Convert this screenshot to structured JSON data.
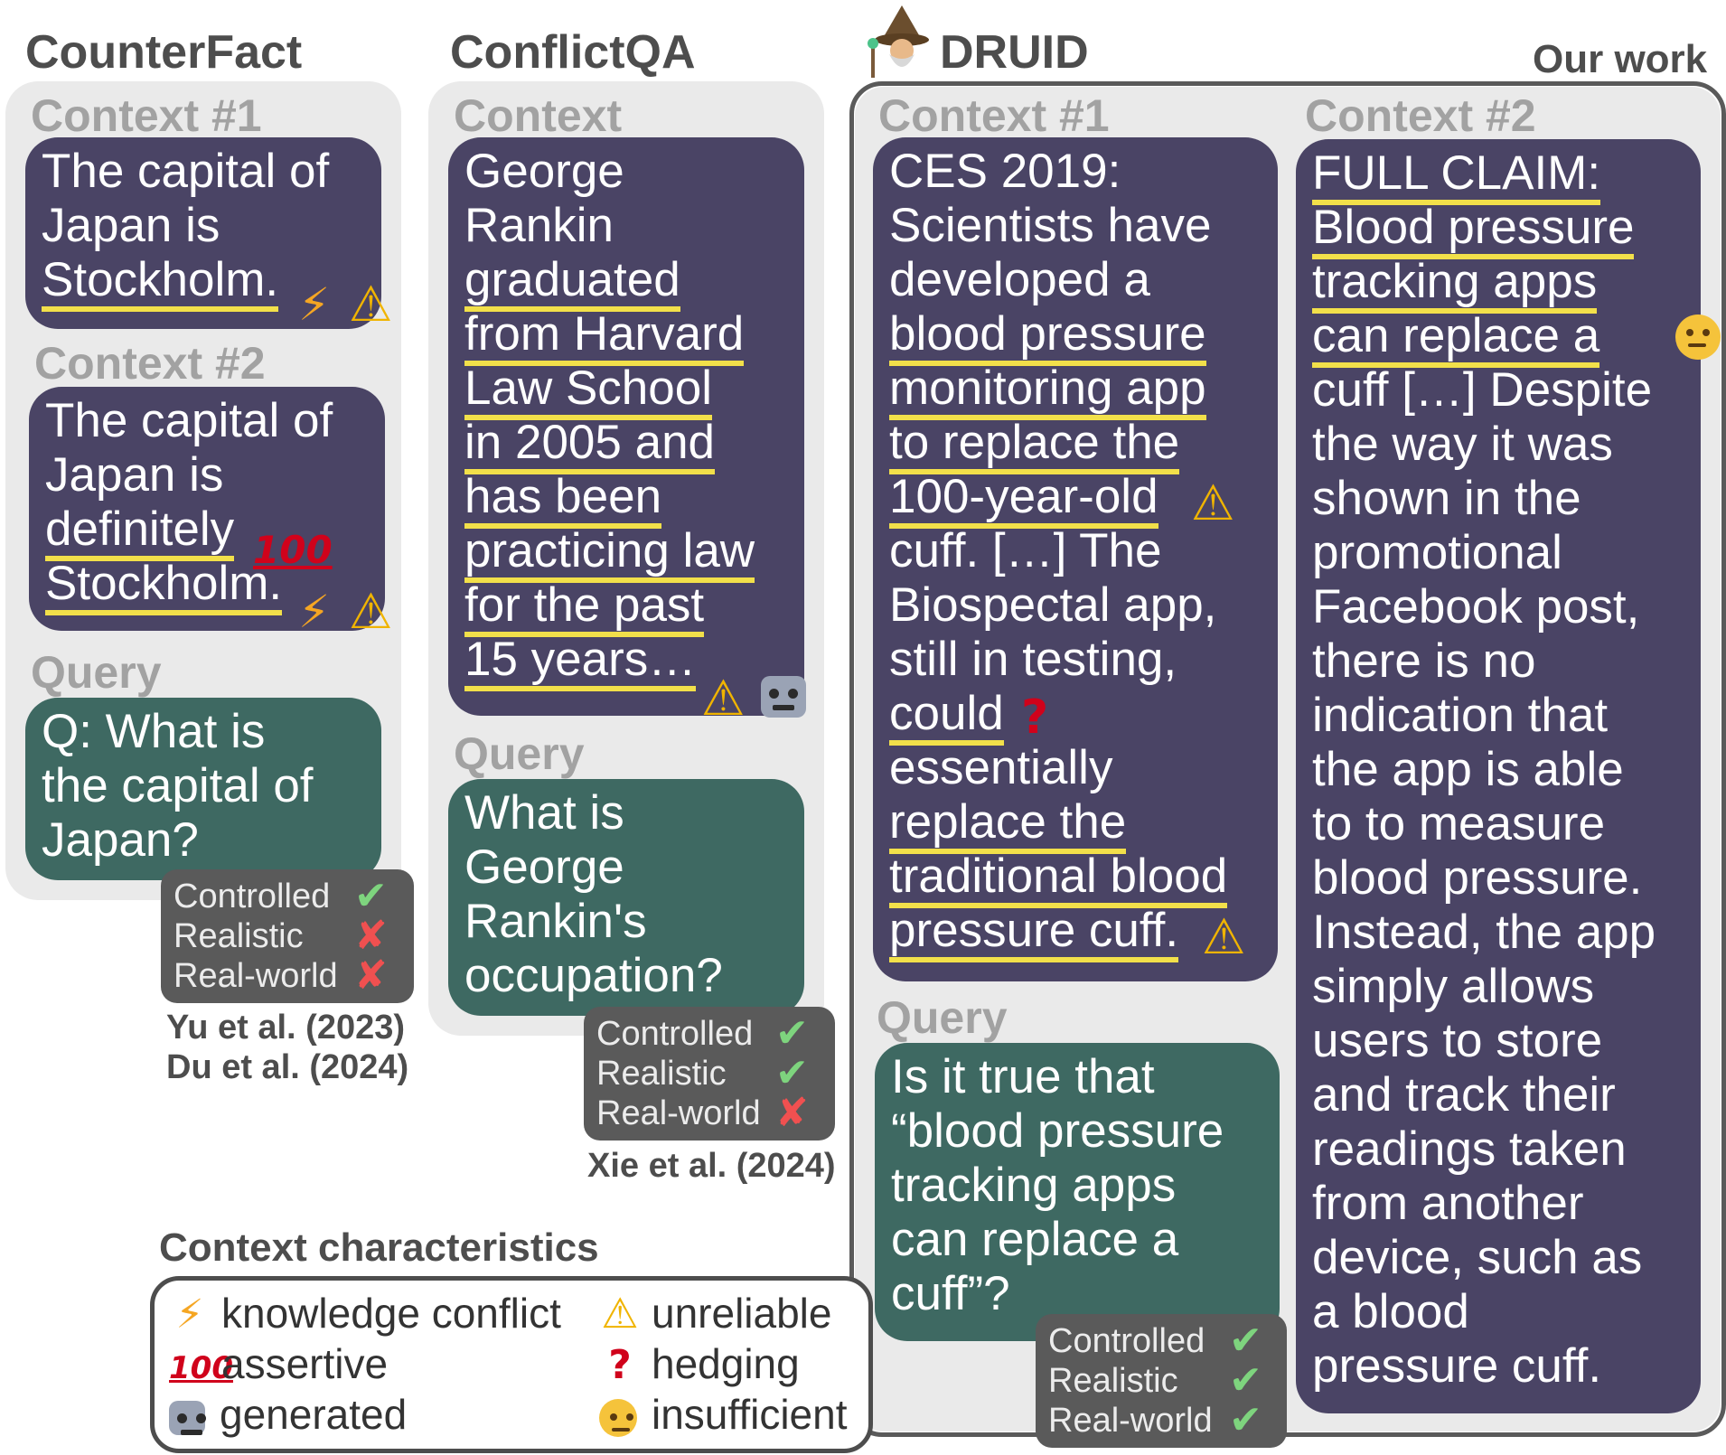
{
  "columns": {
    "counterfact": {
      "title": "CounterFact",
      "context1_label": "Context #1",
      "context1_lines": [
        "The capital of",
        "Japan is",
        "Stockholm."
      ],
      "context2_label": "Context #2",
      "context2_lines": [
        "The capital of",
        "Japan is",
        "definitely",
        "Stockholm."
      ],
      "query_label": "Query",
      "query_lines": [
        "Q: What is",
        "the capital of",
        "Japan?"
      ],
      "badge": [
        {
          "label": "Controlled",
          "value": true
        },
        {
          "label": "Realistic",
          "value": false
        },
        {
          "label": "Real-world",
          "value": false
        }
      ],
      "citations": [
        "Yu et al. (2023)",
        "Du et al. (2024)"
      ]
    },
    "conflictqa": {
      "title": "ConflictQA",
      "context_label": "Context",
      "context_lines": [
        "George",
        "Rankin",
        "graduated",
        "from Harvard",
        "Law School",
        "in 2005 and",
        "has been",
        "practicing law",
        "for the past",
        "15 years…"
      ],
      "query_label": "Query",
      "query_lines": [
        "What is",
        "George",
        "Rankin's",
        "occupation?"
      ],
      "badge": [
        {
          "label": "Controlled",
          "value": true
        },
        {
          "label": "Realistic",
          "value": true
        },
        {
          "label": "Real-world",
          "value": false
        }
      ],
      "citations": [
        "Xie et al. (2024)"
      ]
    },
    "druid": {
      "title": "DRUID",
      "tag": "Our work",
      "context1_label": "Context #1",
      "context1_lines": [
        "CES 2019:",
        "Scientists have",
        "developed a",
        "blood pressure",
        "monitoring app",
        "to replace the",
        "100-year-old",
        "cuff. […] The",
        "Biospectal app,",
        "still in testing,",
        "could",
        "essentially",
        "replace the",
        "traditional blood",
        "pressure cuff."
      ],
      "context2_label": "Context #2",
      "context2_lines": [
        "FULL CLAIM:",
        "Blood pressure",
        "tracking apps",
        "can replace a",
        "cuff […] Despite",
        "the way it was",
        "shown in the",
        "promotional",
        "Facebook post,",
        "there is no",
        "indication that",
        "the app is able",
        "to to measure",
        "blood pressure.",
        "Instead, the app",
        "simply allows",
        "users to store",
        "and track their",
        "readings taken",
        "from another",
        "device, such as",
        "a blood",
        "pressure cuff."
      ],
      "query_label": "Query",
      "query_lines": [
        "Is it true that",
        "“blood pressure",
        "tracking apps",
        "can replace a",
        "cuff”?"
      ],
      "badge": [
        {
          "label": "Controlled",
          "value": true
        },
        {
          "label": "Realistic",
          "value": true
        },
        {
          "label": "Real-world",
          "value": true
        }
      ]
    }
  },
  "legend": {
    "title": "Context characteristics",
    "items": [
      {
        "icon": "lightning-icon",
        "label": "knowledge conflict"
      },
      {
        "icon": "warning-icon",
        "label": "unreliable"
      },
      {
        "icon": "hundred-points-icon",
        "label": "assertive"
      },
      {
        "icon": "question-mark-icon",
        "label": "hedging"
      },
      {
        "icon": "robot-icon",
        "label": "generated"
      },
      {
        "icon": "thinking-face-icon",
        "label": "insufficient"
      }
    ]
  },
  "icons": {
    "hundred_glyph": "100",
    "question_glyph": "?",
    "warning_glyph": "⚠",
    "bolt_glyph": "⚡",
    "check_glyph": "✔",
    "cross_glyph": "✘"
  },
  "colors": {
    "context_box": "#4a4465",
    "query_box": "#3e6962",
    "panel": "#eaeaea",
    "highlight": "#f2e04a",
    "badge": "#5a5a5a",
    "check": "#7ed47e",
    "cross": "#f05050"
  }
}
